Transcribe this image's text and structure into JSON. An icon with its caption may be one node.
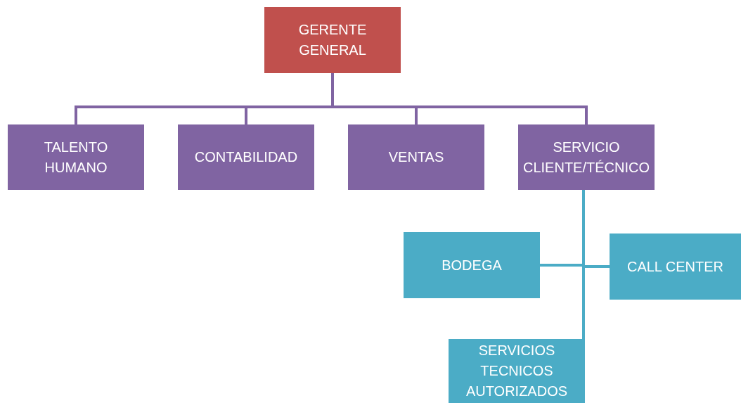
{
  "diagram": {
    "nodes": [
      {
        "text": [
          "GERENTE GENERAL"
        ]
      },
      {
        "text": [
          "TALENTO HUMANO"
        ]
      },
      {
        "text": [
          "CONTABILIDAD"
        ]
      },
      {
        "text": [
          "VENTAS"
        ]
      },
      {
        "text": [
          "SERVICIO CLIENTE/TÉCNICO"
        ]
      },
      {
        "text": [
          "BODEGA"
        ]
      },
      {
        "text": [
          "CALL CENTER"
        ]
      },
      {
        "text": [
          "SERVICIOS TECNICOS AUTORIZADOS"
        ]
      }
    ],
    "edges": [
      {
        "from": 0,
        "to": 1,
        "arrow": "none"
      },
      {
        "from": 0,
        "to": 2,
        "arrow": "none"
      },
      {
        "from": 0,
        "to": 3,
        "arrow": "none"
      },
      {
        "from": 0,
        "to": 4,
        "arrow": "none"
      },
      {
        "from": 4,
        "to": 5,
        "arrow": "none",
        "color": "#4bacc6"
      },
      {
        "from": 4,
        "to": 6,
        "arrow": "none",
        "color": "#4bacc6"
      },
      {
        "from": 4,
        "to": 7,
        "arrow": "none",
        "color": "#4bacc6"
      }
    ]
  }
}
